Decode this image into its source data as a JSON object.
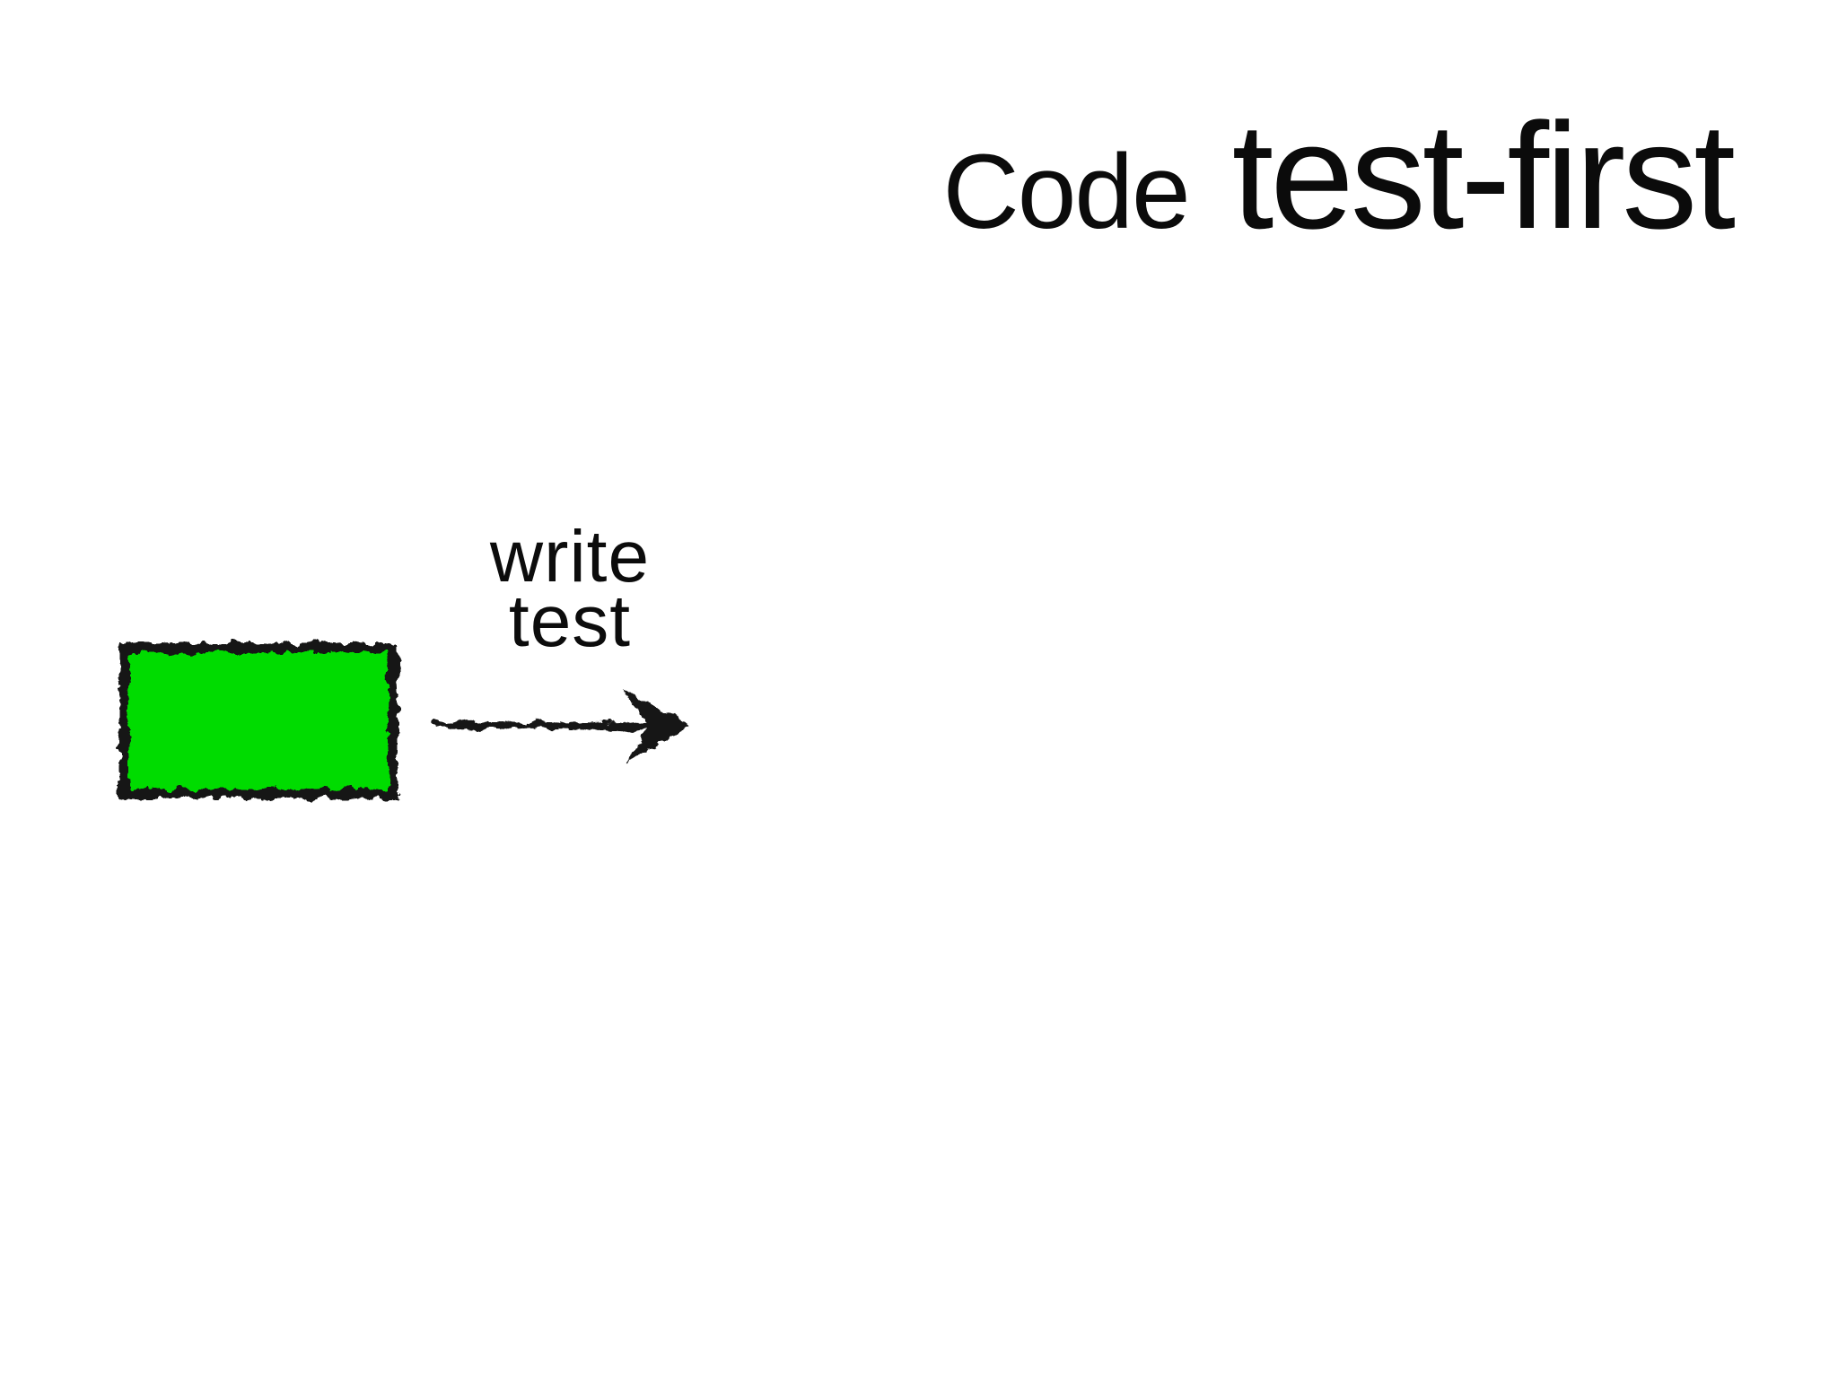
{
  "title": {
    "regular": "Code",
    "emphasis": "test-first"
  },
  "diagram": {
    "arrow_label_lines": [
      "write",
      "test"
    ],
    "box_fill_color": "#00DC04",
    "box_border_color": "#141414",
    "arrow_color": "#151515"
  }
}
